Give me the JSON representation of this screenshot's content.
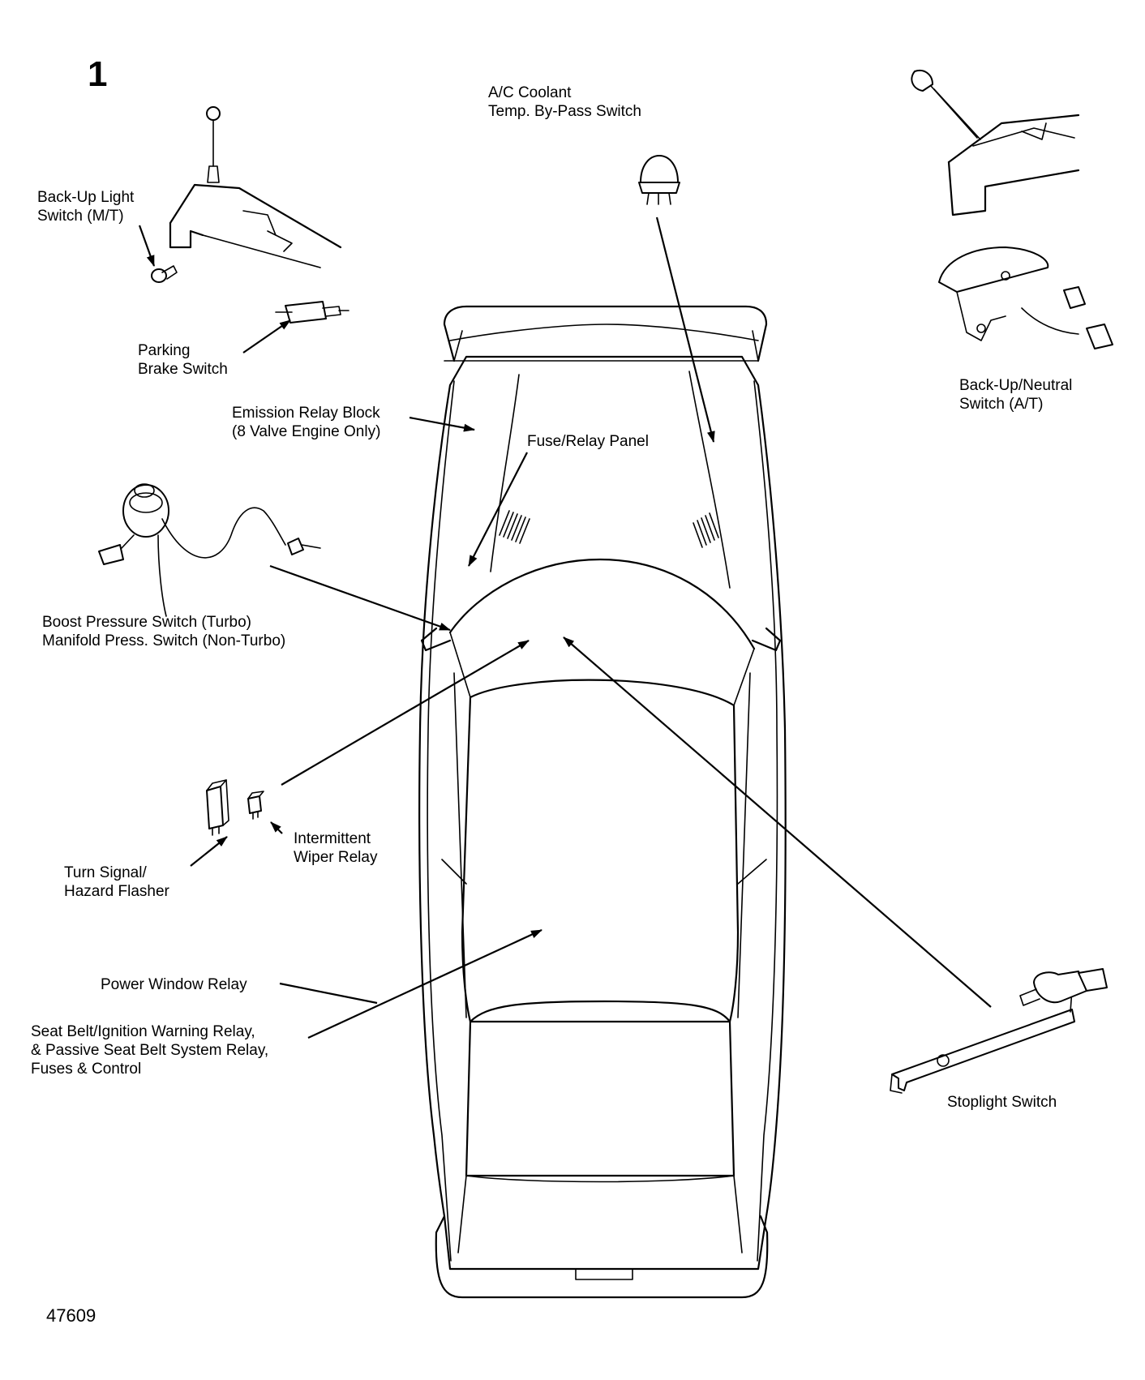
{
  "figure_number": "1",
  "reference_code": "47609",
  "labels": {
    "backup_mt": [
      "Back-Up Light",
      "Switch (M/T)"
    ],
    "parking_brake": [
      "Parking",
      "Brake Switch"
    ],
    "ac_coolant": [
      "A/C Coolant",
      "Temp. By-Pass Switch"
    ],
    "backup_at": [
      "Back-Up/Neutral",
      "Switch (A/T)"
    ],
    "emission_relay": [
      "Emission Relay Block",
      "(8 Valve Engine Only)"
    ],
    "fuse_relay": [
      "Fuse/Relay Panel"
    ],
    "boost_pressure": [
      "Boost Pressure Switch (Turbo)",
      "Manifold Press. Switch (Non-Turbo)"
    ],
    "intermittent_wiper": [
      "Intermittent",
      "Wiper Relay"
    ],
    "turn_signal": [
      "Turn Signal/",
      "Hazard Flasher"
    ],
    "power_window": [
      "Power Window Relay"
    ],
    "seat_belt": [
      "Seat Belt/Ignition Warning Relay,",
      "& Passive Seat Belt System Relay,",
      "Fuses & Control"
    ],
    "stoplight": [
      "Stoplight Switch"
    ]
  }
}
